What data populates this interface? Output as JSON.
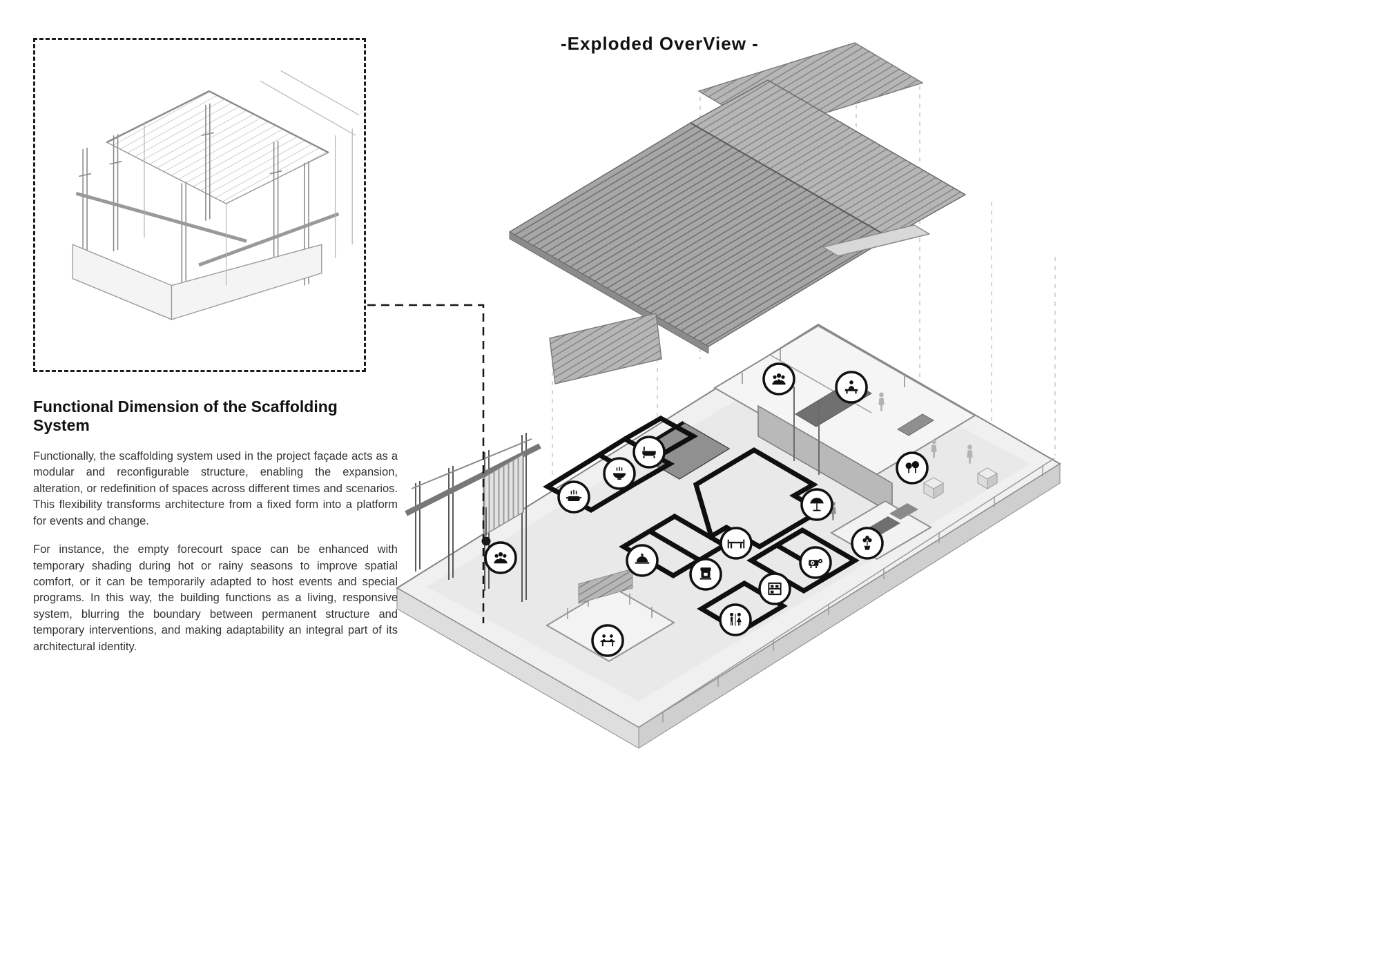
{
  "page": {
    "background": "#ffffff"
  },
  "header": {
    "title": "-Exploded OverView -"
  },
  "article": {
    "heading": "Functional Dimension of the Scaffolding System",
    "paragraphs": [
      "Functionally, the scaffolding system used in the project façade acts as a modular and reconfigurable structure, enabling the expansion, alteration, or redefinition of spaces across different times and scenarios. This flexibility transforms architecture from a fixed form into a platform for events and change.",
      "For instance, the empty forecourt space can be enhanced with temporary shading during hot or rainy seasons to improve spatial comfort, or it can be temporarily adapted to host events and special programs. In this way, the building functions as a living, responsive system, blurring the boundary between permanent structure and temporary interventions, and making adaptability an integral part of its architectural identity."
    ]
  },
  "diagram": {
    "type": "exploded-axonometric",
    "inset": "scaffolding-system-detail",
    "icon_functions": [
      {
        "name": "meeting-area",
        "depicts": "group of people"
      },
      {
        "name": "reception",
        "depicts": "person at desk"
      },
      {
        "name": "bath",
        "depicts": "bathtub"
      },
      {
        "name": "food-bowl",
        "depicts": "bowl with steam"
      },
      {
        "name": "hot-kitchen",
        "depicts": "steaming pot"
      },
      {
        "name": "garden",
        "depicts": "trees"
      },
      {
        "name": "terrace",
        "depicts": "parasol"
      },
      {
        "name": "dining",
        "depicts": "table and chairs"
      },
      {
        "name": "plant",
        "depicts": "potted plant"
      },
      {
        "name": "projector",
        "depicts": "projector"
      },
      {
        "name": "gathering",
        "depicts": "group of people"
      },
      {
        "name": "dessert",
        "depicts": "cake"
      },
      {
        "name": "coffee",
        "depicts": "coffee machine"
      },
      {
        "name": "storage",
        "depicts": "shelving unit"
      },
      {
        "name": "restroom",
        "depicts": "wc figures"
      },
      {
        "name": "workshop",
        "depicts": "people at table"
      }
    ],
    "colors": {
      "roof": "#a8a8a8",
      "roof_stripe": "#6d6d6d",
      "slab": "#ededed",
      "plan_wall": "#0f0f0f",
      "line": "#8c8c8c",
      "text": "#333333"
    }
  }
}
